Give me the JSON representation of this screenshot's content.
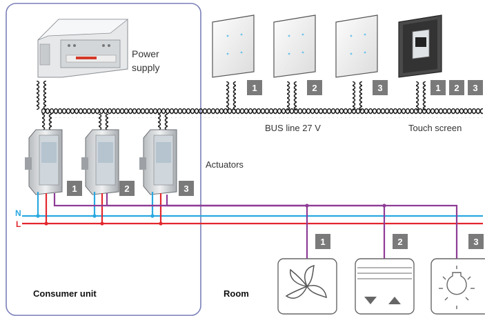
{
  "labels": {
    "power_supply_1": "Power",
    "power_supply_2": "supply",
    "bus_line": "BUS line 27 V",
    "touch_screen": "Touch screen",
    "actuators": "Actuators",
    "consumer_unit": "Consumer unit",
    "room": "Room",
    "wire_n": "N",
    "wire_l": "L"
  },
  "switch_badges": [
    "1",
    "2",
    "3"
  ],
  "touch_badges": [
    "1",
    "2",
    "3"
  ],
  "actuator_badges": [
    "1",
    "2",
    "3"
  ],
  "load_badges": [
    "1",
    "2",
    "3"
  ],
  "icons": {
    "loads": [
      "fan-icon",
      "shutter-icon",
      "lamp-icon"
    ]
  },
  "colors": {
    "neutral": "#29a8e0",
    "live": "#e3262d",
    "control": "#8e3b96",
    "badge": "#7a7a7a",
    "consumer_unit_border": "#7a7fb8"
  }
}
